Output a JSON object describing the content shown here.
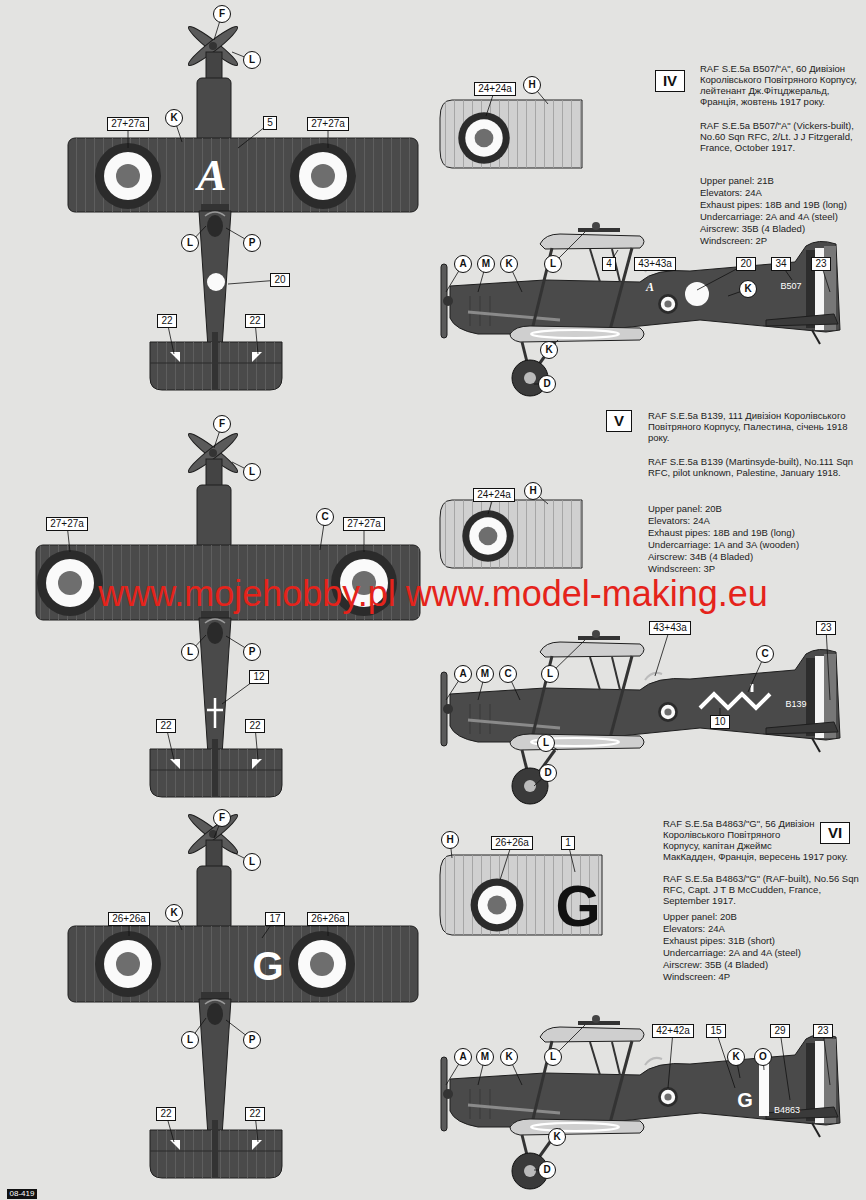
{
  "diagram": {
    "nodes": [
      {
        "text": [
          "F"
        ]
      },
      {
        "text": [
          "L"
        ]
      },
      {
        "text": [
          "27+27a"
        ]
      },
      {
        "text": [
          "K"
        ]
      },
      {
        "text": [
          "5"
        ]
      },
      {
        "text": [
          "27+27a"
        ]
      },
      {
        "text": [
          "L"
        ]
      },
      {
        "text": [
          "P"
        ]
      },
      {
        "text": [
          "20"
        ]
      },
      {
        "text": [
          "22"
        ]
      },
      {
        "text": [
          "22"
        ]
      },
      {
        "text": [
          "24+24a"
        ]
      },
      {
        "text": [
          "H"
        ]
      },
      {
        "text": [
          "IV"
        ]
      },
      {
        "text": [
          "A"
        ]
      },
      {
        "text": [
          "M"
        ]
      },
      {
        "text": [
          "K"
        ]
      },
      {
        "text": [
          "L"
        ]
      },
      {
        "text": [
          "4"
        ]
      },
      {
        "text": [
          "43+43a"
        ]
      },
      {
        "text": [
          "20"
        ]
      },
      {
        "text": [
          "34"
        ]
      },
      {
        "text": [
          "23"
        ]
      },
      {
        "text": [
          "K"
        ]
      },
      {
        "text": [
          "K"
        ]
      },
      {
        "text": [
          "D"
        ]
      },
      {
        "text": [
          "F"
        ]
      },
      {
        "text": [
          "L"
        ]
      },
      {
        "text": [
          "27+27a"
        ]
      },
      {
        "text": [
          "C"
        ]
      },
      {
        "text": [
          "27+27a"
        ]
      },
      {
        "text": [
          "L"
        ]
      },
      {
        "text": [
          "P"
        ]
      },
      {
        "text": [
          "12"
        ]
      },
      {
        "text": [
          "22"
        ]
      },
      {
        "text": [
          "22"
        ]
      },
      {
        "text": [
          "24+24a"
        ]
      },
      {
        "text": [
          "H"
        ]
      },
      {
        "text": [
          "V"
        ]
      },
      {
        "text": [
          "A"
        ]
      },
      {
        "text": [
          "M"
        ]
      },
      {
        "text": [
          "C"
        ]
      },
      {
        "text": [
          "L"
        ]
      },
      {
        "text": [
          "43+43a"
        ]
      },
      {
        "text": [
          "23"
        ]
      },
      {
        "text": [
          "C"
        ]
      },
      {
        "text": [
          "L"
        ]
      },
      {
        "text": [
          "10"
        ]
      },
      {
        "text": [
          "D"
        ]
      },
      {
        "text": [
          "F"
        ]
      },
      {
        "text": [
          "L"
        ]
      },
      {
        "text": [
          "26+26a"
        ]
      },
      {
        "text": [
          "K"
        ]
      },
      {
        "text": [
          "17"
        ]
      },
      {
        "text": [
          "26+26a"
        ]
      },
      {
        "text": [
          "L"
        ]
      },
      {
        "text": [
          "P"
        ]
      },
      {
        "text": [
          "22"
        ]
      },
      {
        "text": [
          "22"
        ]
      },
      {
        "text": [
          "H"
        ]
      },
      {
        "text": [
          "26+26a"
        ]
      },
      {
        "text": [
          "1"
        ]
      },
      {
        "text": [
          "VI"
        ]
      },
      {
        "text": [
          "A"
        ]
      },
      {
        "text": [
          "M"
        ]
      },
      {
        "text": [
          "K"
        ]
      },
      {
        "text": [
          "L"
        ]
      },
      {
        "text": [
          "42+42a"
        ]
      },
      {
        "text": [
          "15"
        ]
      },
      {
        "text": [
          "K"
        ]
      },
      {
        "text": [
          "O"
        ]
      },
      {
        "text": [
          "29"
        ]
      },
      {
        "text": [
          "23"
        ]
      },
      {
        "text": [
          "K"
        ]
      },
      {
        "text": [
          "D"
        ]
      },
      {
        "text": [
          "08-419"
        ]
      }
    ],
    "labels": [
      "A",
      "RAF S.E.5a B507/\"A\", 60 Дивізіон Королівського Повітряного Корпусу, лейтенант Дж.Фітцджеральд, Франція, жовтень 1917 року.",
      "RAF S.E.5a B507/\"A\" (Vickers-built), No.60 Sqn RFC, 2/Lt. J J Fitzgerald, France, October 1917.",
      "Upper panel: 21B",
      "Elevators: 24A",
      "Exhaust pipes: 18B and 19B (long)",
      "Undercarriage: 2A and 4A (steel)",
      "Airscrew: 35B (4 Bladed)",
      "Windscreen: 2P",
      "A",
      "B507",
      "RAF S.E.5a B139, 111 Дивізіон Королівського Повітряного Корпусу, Палестина, січень 1918 року.",
      "RAF S.E.5a B139 (Martinsyde-built), No.111 Sqn RFC, pilot unknown, Palestine, January 1918.",
      "Upper panel: 20B",
      "Elevators: 24A",
      "Exhaust pipes: 18B and 19B (long)",
      "Undercarriage: 1A and 3A (wooden)",
      "Airscrew: 34B (4 Bladed)",
      "Windscreen: 3P",
      "B139",
      "www.mojehobby.pl www.model-making.eu",
      "RAF S.E.5a B4863/\"G\", 56 Дивізіон Королівського Повітряного Корпусу, капітан Джеймс МакКадден, Франція, вересень 1917 року.",
      "RAF S.E.5a B4863/\"G\" (RAF-built), No.56 Sqn RFC, Capt. J T B McCudden, France, September 1917.",
      "Upper panel: 20B",
      "Elevators: 24A",
      "Exhaust pipes: 31B (short)",
      "Undercarriage: 2A and 4A (steel)",
      "Airscrew: 35B (4 Bladed)",
      "Windscreen: 4P",
      "G",
      "G",
      "G",
      "B4863"
    ]
  }
}
